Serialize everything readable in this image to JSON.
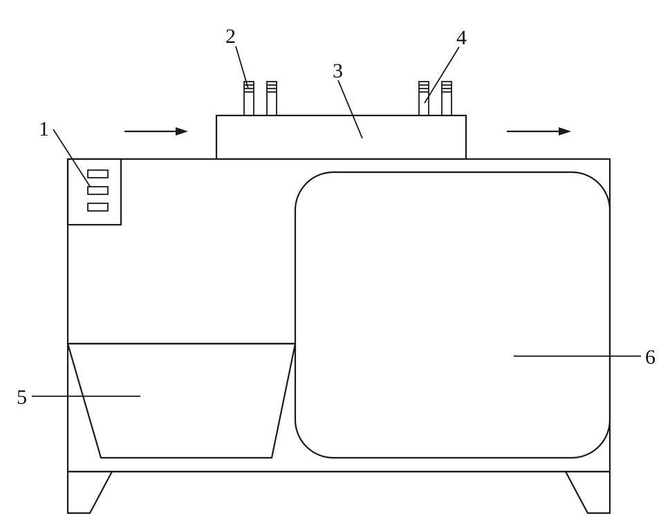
{
  "diagram": {
    "labels": {
      "control_panel": "1",
      "inlet_pipe": "2",
      "top_unit": "3",
      "outlet_pipe": "4",
      "hopper": "5",
      "tank": "6"
    },
    "colors": {
      "ink": "#1a1a1a",
      "background": "#ffffff"
    }
  }
}
